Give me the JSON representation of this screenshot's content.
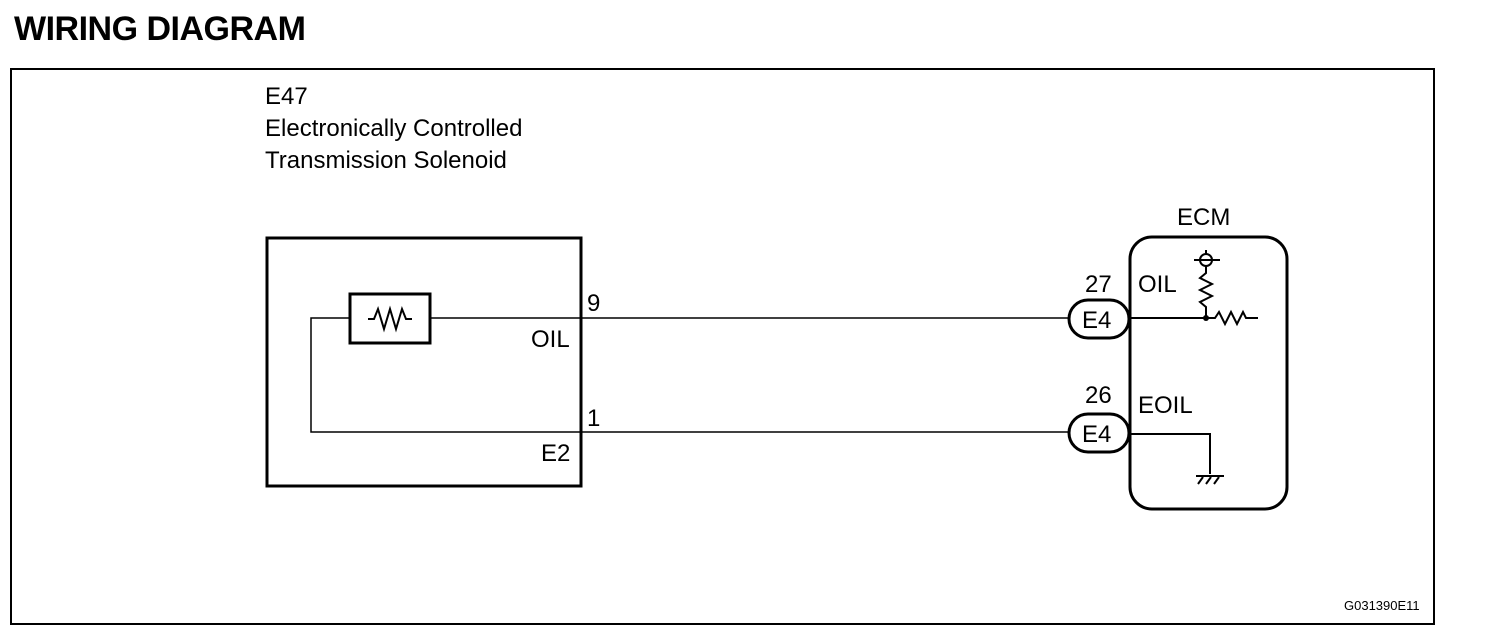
{
  "title": "WIRING DIAGRAM",
  "component": {
    "code": "E47",
    "name_line1": "Electronically Controlled",
    "name_line2": "Transmission Solenoid",
    "pins": [
      {
        "pin": "9",
        "name": "OIL"
      },
      {
        "pin": "1",
        "name": "E2"
      }
    ]
  },
  "ecm": {
    "label": "ECM",
    "terminals": [
      {
        "pin": "27",
        "connector": "E4",
        "name": "OIL"
      },
      {
        "pin": "26",
        "connector": "E4",
        "name": "EOIL"
      }
    ]
  },
  "figure_id": "G031390E11",
  "icons": [
    "resistor-icon",
    "pull-up-resistor-icon",
    "ground-icon"
  ]
}
